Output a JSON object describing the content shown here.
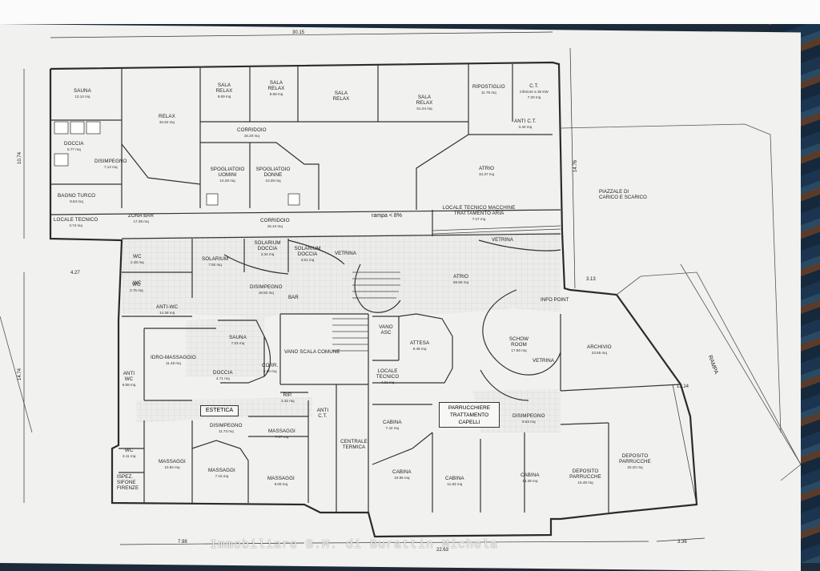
{
  "dimensions": {
    "top_width": "30.15",
    "left_upper": "10.74",
    "left_lower": "14.74",
    "left_step": "4.27",
    "right_upper": "14.76",
    "right_step": "3.13",
    "right_lower": "13.14",
    "bottom_left": "7.98",
    "bottom_mid": "22.63",
    "bottom_right": "3.36"
  },
  "rooms": [
    {
      "id": "sauna-top",
      "name": "SAUNA",
      "area": "13.14 mq"
    },
    {
      "id": "relax-1",
      "name": "RELAX",
      "area": "32.64 mq"
    },
    {
      "id": "sala-relax-1",
      "name": "SALA RELAX",
      "area": "9.69 mq"
    },
    {
      "id": "sala-relax-2",
      "name": "SALA RELAX",
      "area": "8.69 mq"
    },
    {
      "id": "sala-relax-3",
      "name": "SALA RELAX",
      "area": ""
    },
    {
      "id": "sala-relax-4",
      "name": "SALA RELAX",
      "area": "51.24 mq"
    },
    {
      "id": "ripostiglio",
      "name": "RIPOSTIGLIO",
      "area": "11.75 mq"
    },
    {
      "id": "ct",
      "name": "C.T.",
      "area": "inferiore a 35 KW 7.20 mq"
    },
    {
      "id": "anti-ct",
      "name": "ANTI C.T.",
      "area": "3.40 mq"
    },
    {
      "id": "corridoio-top",
      "name": "CORRIDOIO",
      "area": "16.20 mq"
    },
    {
      "id": "doccia",
      "name": "DOCCIA",
      "area": "5.77 mq"
    },
    {
      "id": "disimpegno-top",
      "name": "DISIMPEGNO",
      "area": "7.12 mq"
    },
    {
      "id": "spogliatoio-uomini",
      "name": "SPOGLIATOIO UOMINI",
      "area": "10.28 mq"
    },
    {
      "id": "spogliatoio-donne",
      "name": "SPOGLIATOIO DONNE",
      "area": "10.28 mq"
    },
    {
      "id": "atrio-top",
      "name": "ATRIO",
      "area": "34.37 mq"
    },
    {
      "id": "bagno-turco",
      "name": "BAGNO TURCO",
      "area": "8.84 mq"
    },
    {
      "id": "locale-tecnico-1",
      "name": "LOCALE TECNICO",
      "area": "3.74 mq"
    },
    {
      "id": "zona-bar",
      "name": "ZONA BAR",
      "area": "17.39 mq"
    },
    {
      "id": "corridoio-2",
      "name": "CORRIDOIO",
      "area": "15.44 mq"
    },
    {
      "id": "locale-tecnico-macchine",
      "name": "LOCALE TECNICO MACCHINE TRATTAMENTO ARIA",
      "area": "7.27 mq"
    },
    {
      "id": "solarium-doccia-1",
      "name": "SOLARIUM DOCCIA",
      "area": "3.34 mq"
    },
    {
      "id": "solarium-doccia-2",
      "name": "SOLARIUM DOCCIA",
      "area": "3.61 mq"
    },
    {
      "id": "solarium",
      "name": "SOLARIUM",
      "area": "7.50 mq"
    },
    {
      "id": "wc-1",
      "name": "WC",
      "area": "2.48 mq"
    },
    {
      "id": "wc-2",
      "name": "WC",
      "area": "3.75 mq"
    },
    {
      "id": "disimpegno-mid",
      "name": "DISIMPEGNO",
      "area": "19.82 mq"
    },
    {
      "id": "atrio-main",
      "name": "ATRIO",
      "area": "69.56 mq"
    },
    {
      "id": "anti-wc-1",
      "name": "ANTI-WC",
      "area": "14.38 mq"
    },
    {
      "id": "sauna-2",
      "name": "SAUNA",
      "area": "7.03 mq"
    },
    {
      "id": "vano-scala",
      "name": "VANO SCALA COMUNE",
      "area": ""
    },
    {
      "id": "vano-asc",
      "name": "VANO ASC",
      "area": ""
    },
    {
      "id": "attesa",
      "name": "ATTESA",
      "area": "9.48 mq"
    },
    {
      "id": "schow-room",
      "name": "SCHOW ROOM",
      "area": "17.56 mq"
    },
    {
      "id": "archivio",
      "name": "ARCHIVIO",
      "area": "23.55 mq"
    },
    {
      "id": "idromassaggio",
      "name": "IDRO-MASSAGGIO",
      "area": "11.45 mq"
    },
    {
      "id": "doccia-2",
      "name": "DOCCIA",
      "area": "4.71 mq"
    },
    {
      "id": "corr",
      "name": "CORR.",
      "area": "6.60 mq"
    },
    {
      "id": "locale-tecnico-2",
      "name": "LOCALE TECNICO",
      "area": "4.31 mq"
    },
    {
      "id": "anti-wc-2",
      "name": "ANTI WC",
      "area": "6.88 mq"
    },
    {
      "id": "rip",
      "name": "RIP.",
      "area": "3.32 mq"
    },
    {
      "id": "anti-ct-2",
      "name": "ANTI C.T.",
      "area": ""
    },
    {
      "id": "centrale-termica",
      "name": "CENTRALE TERMICA",
      "area": ""
    },
    {
      "id": "disimpegno-est",
      "name": "DISIMPEGNO",
      "area": "11.73 mq"
    },
    {
      "id": "massaggi-1",
      "name": "MASSAGGI",
      "area": "7.67 mq"
    },
    {
      "id": "cabina-1",
      "name": "CABINA",
      "area": "7.42 mq"
    },
    {
      "id": "disimpegno-parr",
      "name": "DISIMPEGNO",
      "area": "9.53 mq"
    },
    {
      "id": "wc-3",
      "name": "WC",
      "area": "3.11 mq"
    },
    {
      "id": "massaggi-2",
      "name": "MASSAGGI",
      "area": "10.84 mq"
    },
    {
      "id": "massaggi-3",
      "name": "MASSAGGI",
      "area": "7.15 mq"
    },
    {
      "id": "massaggi-4",
      "name": "MASSAGGI",
      "area": "9.06 mq"
    },
    {
      "id": "cabina-2",
      "name": "CABINA",
      "area": "10.96 mq"
    },
    {
      "id": "cabina-3",
      "name": "CABINA",
      "area": "11.83 mq"
    },
    {
      "id": "cabina-4",
      "name": "CABINA",
      "area": "13.39 mq"
    },
    {
      "id": "deposito-1",
      "name": "DEPOSITO PARRUCCHE",
      "area": "15.48 mq"
    },
    {
      "id": "deposito-2",
      "name": "DEPOSITO PARRUCCHE",
      "area": "32.20 mq"
    },
    {
      "id": "ispez",
      "name": "ISPEZ. SIFONE FIRENZE",
      "area": ""
    }
  ],
  "labels": {
    "estetica": "ESTETICA",
    "parrucchiere": "PARRUCCHIERE TRATTAMENTO CAPELLI",
    "piazzale": "PIAZZALE DI CARICO E SCARICO",
    "rampa_int": "rampa < 8%",
    "rampa_ext": "RAMPA",
    "vetrina_1": "VETRINA",
    "vetrina_2": "VETRINA",
    "vetrina_3": "VETRINA",
    "info_point": "INFO POINT",
    "bar": "BAR",
    "wc_mark": "WC"
  },
  "watermark": "Immobiliare B.M. di Burattin Michela"
}
